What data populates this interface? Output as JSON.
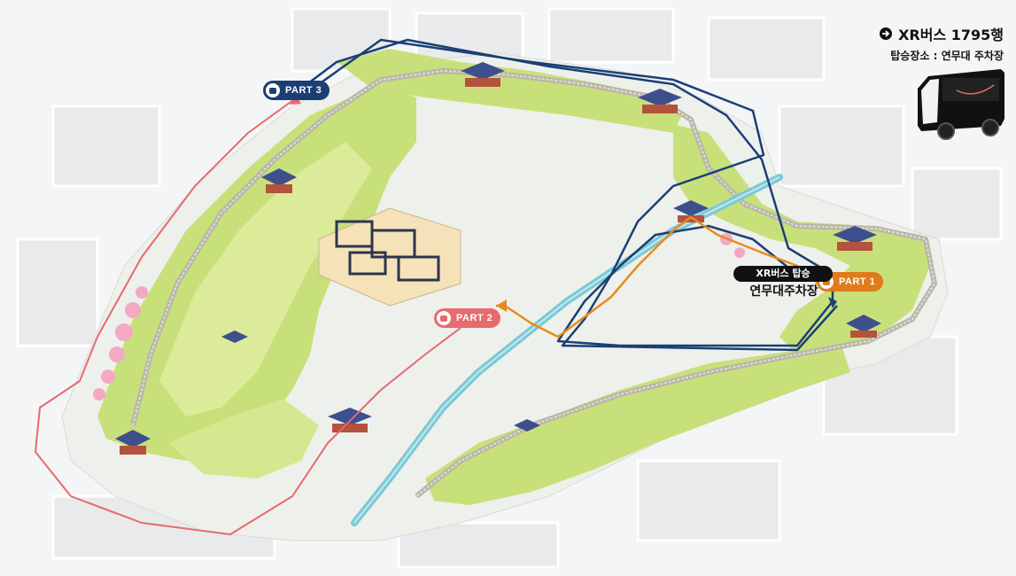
{
  "route": {
    "title": "XR버스 1795행",
    "boarding_label": "탑승장소 : 연무대 주차장",
    "boarding_pill": "XR버스 탑승",
    "boarding_place": "연무대주차장",
    "icon": "bus-icon"
  },
  "parts": [
    {
      "id": "part1",
      "label": "PART 1",
      "color": "#e07b1a"
    },
    {
      "id": "part2",
      "label": "PART 2",
      "color": "#e66a6e"
    },
    {
      "id": "part3",
      "label": "PART 3",
      "color": "#1b3f75"
    }
  ],
  "colors": {
    "park": "#c8e07a",
    "park_light": "#e4f0a8",
    "fortress_wall": "#b9b6a9",
    "stream": "#7cc9d6",
    "route_part1": "#e88a1d",
    "route_part2": "#e66a6e",
    "route_part3": "#1b3f75"
  }
}
